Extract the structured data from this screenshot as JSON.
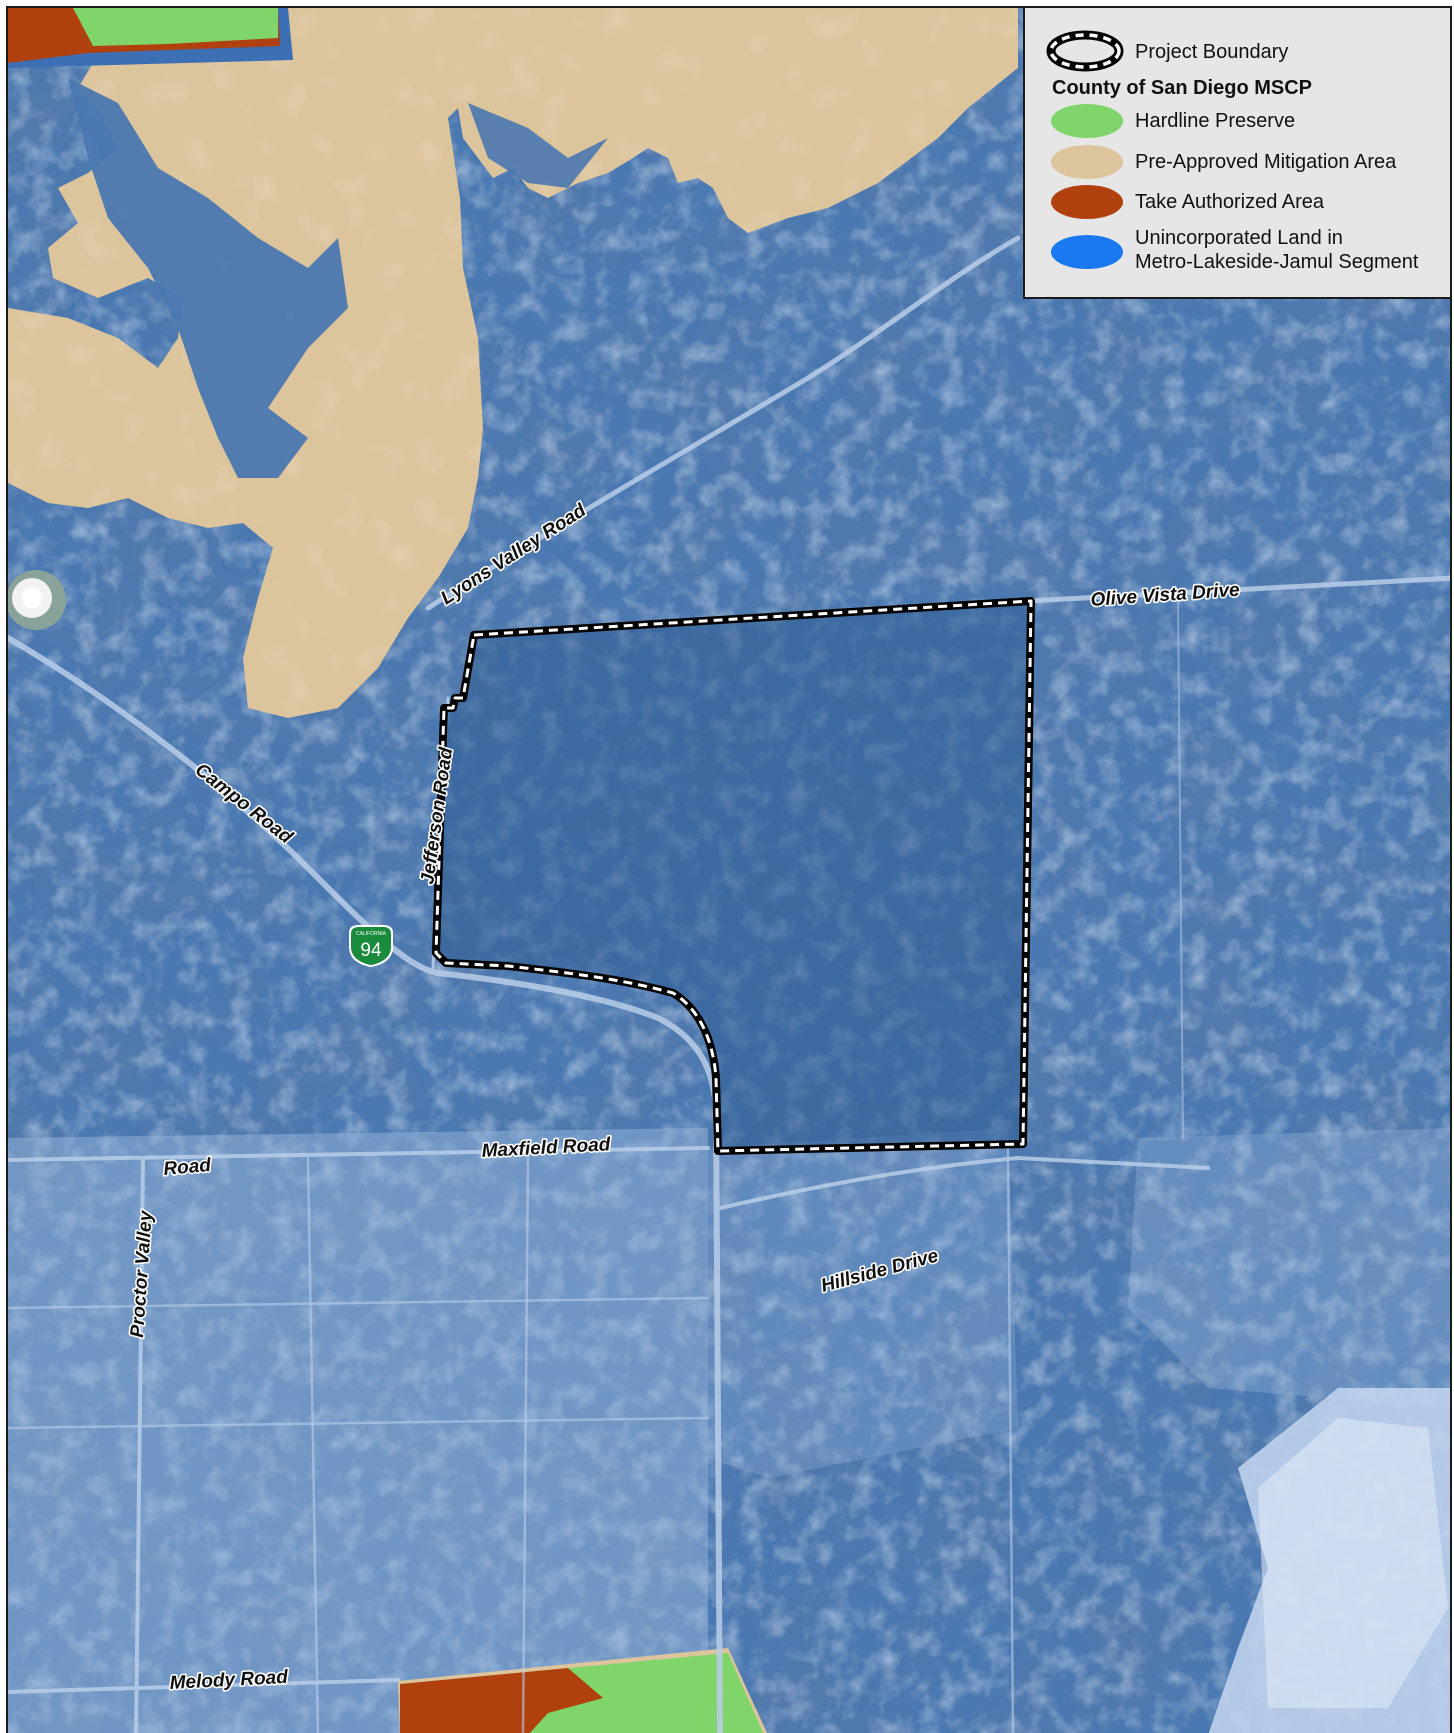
{
  "legend": {
    "project_boundary": "Project Boundary",
    "heading": "County of San Diego MSCP",
    "items": [
      {
        "label": "Hardline Preserve",
        "color": "#7fd46a"
      },
      {
        "label": "Pre-Approved Mitigation Area",
        "color": "#dcc49c"
      },
      {
        "label": "Take Authorized Area",
        "color": "#b0400e"
      },
      {
        "label": "Unincorporated Land in",
        "label_line2": "Metro-Lakeside-Jamul Segment",
        "color": "#1a78f0"
      }
    ]
  },
  "roads": {
    "lyons_valley": "Lyons Valley Road",
    "olive_vista": "Olive Vista Drive",
    "campo": "Campo Road",
    "jefferson": "Jefferson Road",
    "maxfield": "Maxfield Road",
    "hillside": "Hillside  Drive",
    "proctor_valley_1": "Proctor  Valley",
    "proctor_valley_2": "Road",
    "melody": "Melody Road"
  },
  "highway_shield": {
    "number": "94",
    "state": "CALIFORNIA",
    "color": "#1a8a3c"
  },
  "colors": {
    "aerial_overlay": "#4a78b0",
    "mitigation": "#dcc49c",
    "hardline": "#7fd46a",
    "take_authorized": "#b0400e"
  }
}
